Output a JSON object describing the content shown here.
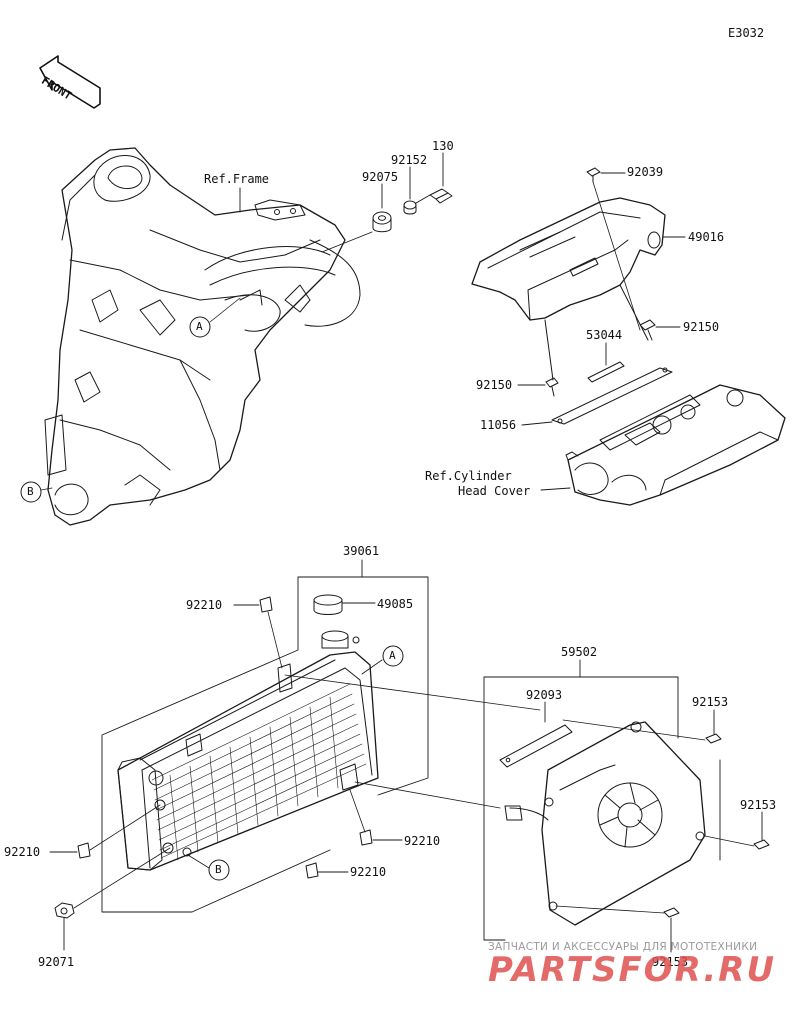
{
  "diagram_code": "E3032",
  "front_label": "FRONT",
  "ref_frame": "Ref.Frame",
  "ref_cyl_line1": "Ref.Cylinder",
  "ref_cyl_line2": "Head Cover",
  "part_numbers": {
    "p130": "130",
    "p92152": "92152",
    "p92075": "92075",
    "p92039": "92039",
    "p49016": "49016",
    "p53044": "53044",
    "p92150_right": "92150",
    "p92150_left": "92150",
    "p11056": "11056",
    "p39061": "39061",
    "p92210_top": "92210",
    "p49085": "49085",
    "p59502": "59502",
    "p92093": "92093",
    "p92153_top": "92153",
    "p92153_mid": "92153",
    "p92153_bottom": "92153",
    "p92210_left": "92210",
    "p92210_midright": "92210",
    "p92210_bottom": "92210",
    "p92071": "92071"
  },
  "callouts": {
    "a_frame": "A",
    "b_frame": "B",
    "a_radiator": "A",
    "b_radiator": "B"
  },
  "watermark": {
    "top_line": "ЗАПЧАСТИ И АКСЕССУАРЫ ДЛЯ МОТОТЕХНИКИ",
    "logo": "PARTSFOR.RU"
  }
}
